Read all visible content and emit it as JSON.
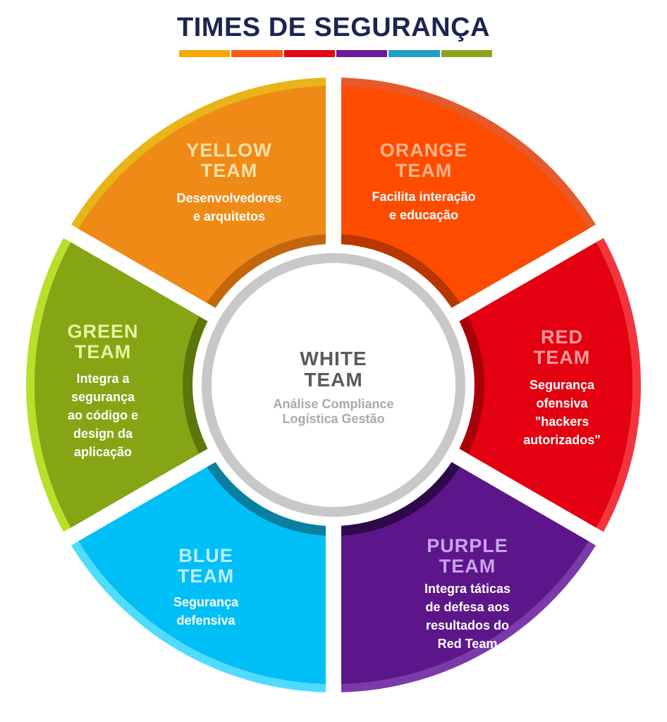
{
  "title": "TIMES DE SEGURANÇA",
  "stripe_colors": [
    "#f7a800",
    "#fc5a14",
    "#e30613",
    "#6a1b9a",
    "#1ea0c8",
    "#8aa51c"
  ],
  "teams": [
    {
      "key": "yellow",
      "name_lines": [
        "YELLOW",
        "TEAM"
      ],
      "desc_lines": [
        "Desenvolvedores",
        "e arquitetos"
      ],
      "color": "#f08a16",
      "edge": "#e8b418",
      "shade": "#c2670c",
      "name_color": "#fde0a8"
    },
    {
      "key": "orange",
      "name_lines": [
        "ORANGE",
        "TEAM"
      ],
      "desc_lines": [
        "Facilita interação",
        "e educação"
      ],
      "color": "#fd4c00",
      "edge": "#e65a2a",
      "shade": "#b83600",
      "name_color": "#ffb38a"
    },
    {
      "key": "red",
      "name_lines": [
        "RED",
        "TEAM"
      ],
      "desc_lines": [
        "Segurança",
        "ofensiva",
        "\"hackers",
        "autorizados\""
      ],
      "color": "#e30010",
      "edge": "#f4343c",
      "shade": "#a8000a",
      "name_color": "#ff9a9e"
    },
    {
      "key": "purple",
      "name_lines": [
        "PURPLE",
        "TEAM"
      ],
      "desc_lines": [
        "Integra táticas",
        "de defesa aos",
        "resultados do",
        "Red Team"
      ],
      "color": "#5c168a",
      "edge": "#7a3aa8",
      "shade": "#2e0a4a",
      "name_color": "#c9a2f0"
    },
    {
      "key": "blue",
      "name_lines": [
        "BLUE",
        "TEAM"
      ],
      "desc_lines": [
        "Segurança",
        "defensiva"
      ],
      "color": "#00bff7",
      "edge": "#4fdcff",
      "shade": "#0a7fa0",
      "name_color": "#bcefff"
    },
    {
      "key": "green",
      "name_lines": [
        "GREEN",
        "TEAM"
      ],
      "desc_lines": [
        "Integra a",
        "segurança",
        "ao código e",
        "design da",
        "aplicação"
      ],
      "color": "#86a515",
      "edge": "#b8e02a",
      "shade": "#5c760c",
      "name_color": "#e4f5a0"
    }
  ],
  "center": {
    "name_lines": [
      "WHITE",
      "TEAM"
    ],
    "desc_lines": [
      "Análise Compliance",
      "Logística Gestão"
    ],
    "ring_color": "#c8c8c8"
  }
}
